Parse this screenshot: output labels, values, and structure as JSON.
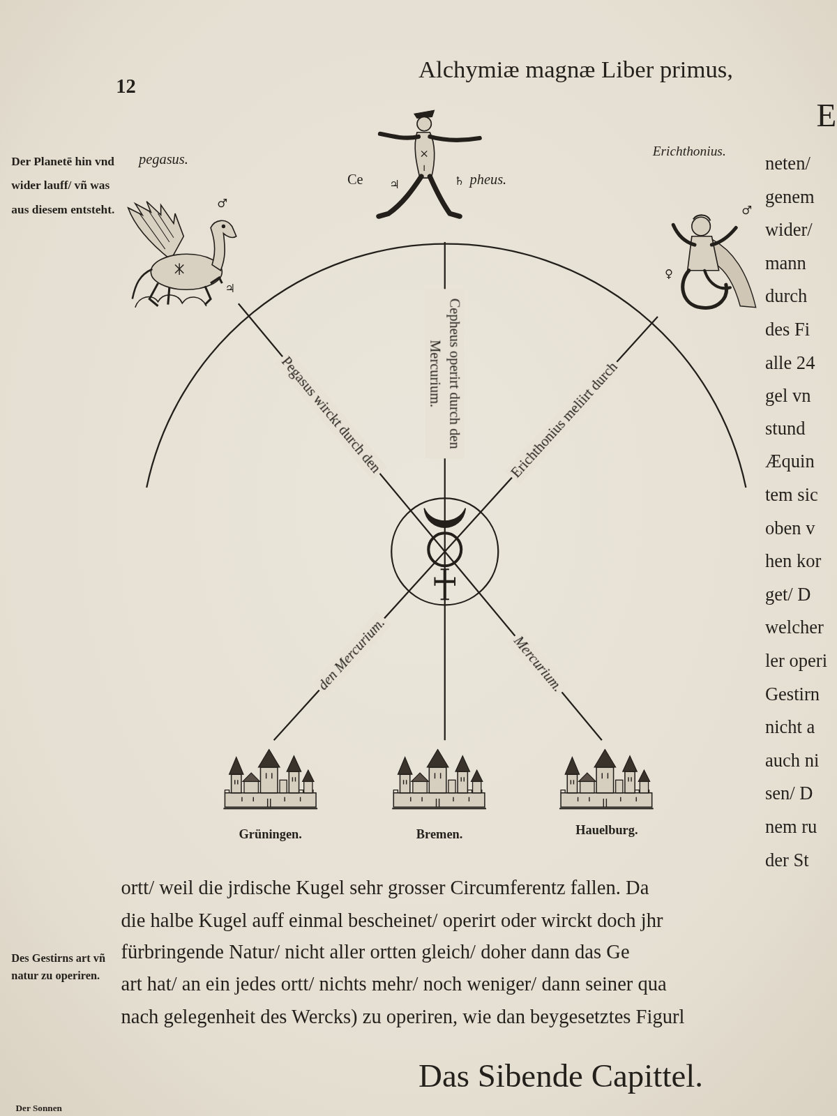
{
  "diagram": {
    "nodes": [
      {
        "text": [
          "pegasus."
        ]
      },
      {
        "text": [
          "Ce",
          "pheus."
        ]
      },
      {
        "text": [
          "Erichthonius."
        ]
      },
      {
        "text": [
          "Grüningen."
        ]
      },
      {
        "text": [
          "Bremen."
        ]
      },
      {
        "text": [
          "Hauelburg."
        ]
      }
    ],
    "edges": [
      {
        "from": 0,
        "to": 5,
        "label": "Pegasus wirckt durch den",
        "arrow": "none"
      },
      {
        "from": 1,
        "to": 4,
        "label": "Cepheus operirt durch den Mercurium.",
        "arrow": "none"
      },
      {
        "from": 2,
        "to": 3,
        "label": "Erichthonius meliirt durch",
        "arrow": "none"
      }
    ],
    "labels": [
      "12",
      "Alchymiæ magnæ Liber primus,",
      "Der Planetē hin vnd wider lauff/ vñ was aus diesem entsteht.",
      "♂",
      "♃",
      "♃",
      "♄",
      "♂",
      "♀",
      "Mercurium.",
      "den Mercurium.",
      "E",
      "neten/",
      "genem",
      "wider/",
      "mann",
      "durch",
      "des Fi",
      "alle 24",
      "gel vn",
      "stund",
      "Æquin",
      "tem sic",
      "oben v",
      "hen kor",
      "get/ D",
      "welcher",
      "ler operi",
      "Gestirn",
      "nicht a",
      "auch ni",
      "sen/ D",
      "nem ru",
      "der St",
      "ortt/ weil die jrdische Kugel sehr grosser Circumferentz fallen. Da",
      "die halbe Kugel auff einmal bescheinet/ operirt oder wirckt doch jhr",
      "fürbringende Natur/ nicht aller ortten gleich/ doher dann das Ge",
      "art hat/ an ein jedes ortt/ nichts mehr/ noch weniger/ dann seiner qua",
      "nach gelegenheit des Wercks) zu operiren, wie dan beygesetztes Figurl",
      "Des Gestirns art vñ natur zu operiren.",
      "Das Sibende Capittel.",
      "Der Sonnen"
    ]
  }
}
